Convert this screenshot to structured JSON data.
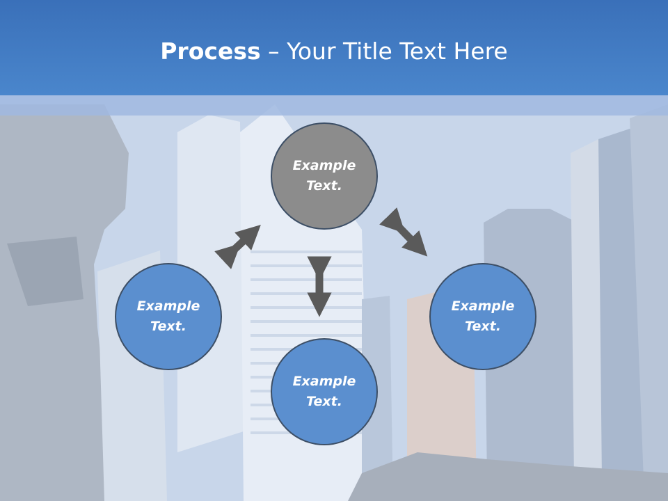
{
  "slide": {
    "title_bold": "Process",
    "title_rest": " – Your Title Text Here"
  },
  "nodes": [
    {
      "label": "Example\nText.",
      "fill": "#8c8c8c"
    },
    {
      "label": "Example\nText.",
      "fill": "#5b8fcf"
    },
    {
      "label": "Example\nText.",
      "fill": "#5b8fcf"
    },
    {
      "label": "Example\nText.",
      "fill": "#5b8fcf"
    }
  ],
  "colors": {
    "header": "#4a86cc",
    "arrow": "#5a5a5a",
    "circle_border": "#3d4f66"
  }
}
